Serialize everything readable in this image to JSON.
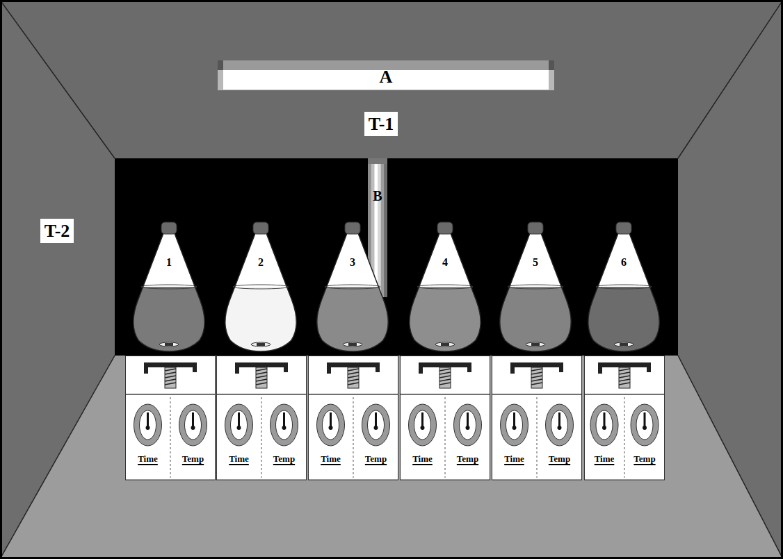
{
  "diagram": {
    "nodes": [
      {
        "text": [
          "A"
        ]
      },
      {
        "text": [
          "T-1"
        ]
      },
      {
        "text": [
          "T-2"
        ]
      },
      {
        "text": [
          "B"
        ]
      },
      {
        "text": [
          "1"
        ]
      },
      {
        "text": [
          "2"
        ]
      },
      {
        "text": [
          "3"
        ]
      },
      {
        "text": [
          "4"
        ]
      },
      {
        "text": [
          "5"
        ]
      },
      {
        "text": [
          "6"
        ]
      },
      {
        "text": [
          "Time",
          "Temp"
        ]
      },
      {
        "text": [
          "Time",
          "Temp"
        ]
      },
      {
        "text": [
          "Time",
          "Temp"
        ]
      },
      {
        "text": [
          "Time",
          "Temp"
        ]
      },
      {
        "text": [
          "Time",
          "Temp"
        ]
      },
      {
        "text": [
          "Time",
          "Temp"
        ]
      }
    ]
  }
}
